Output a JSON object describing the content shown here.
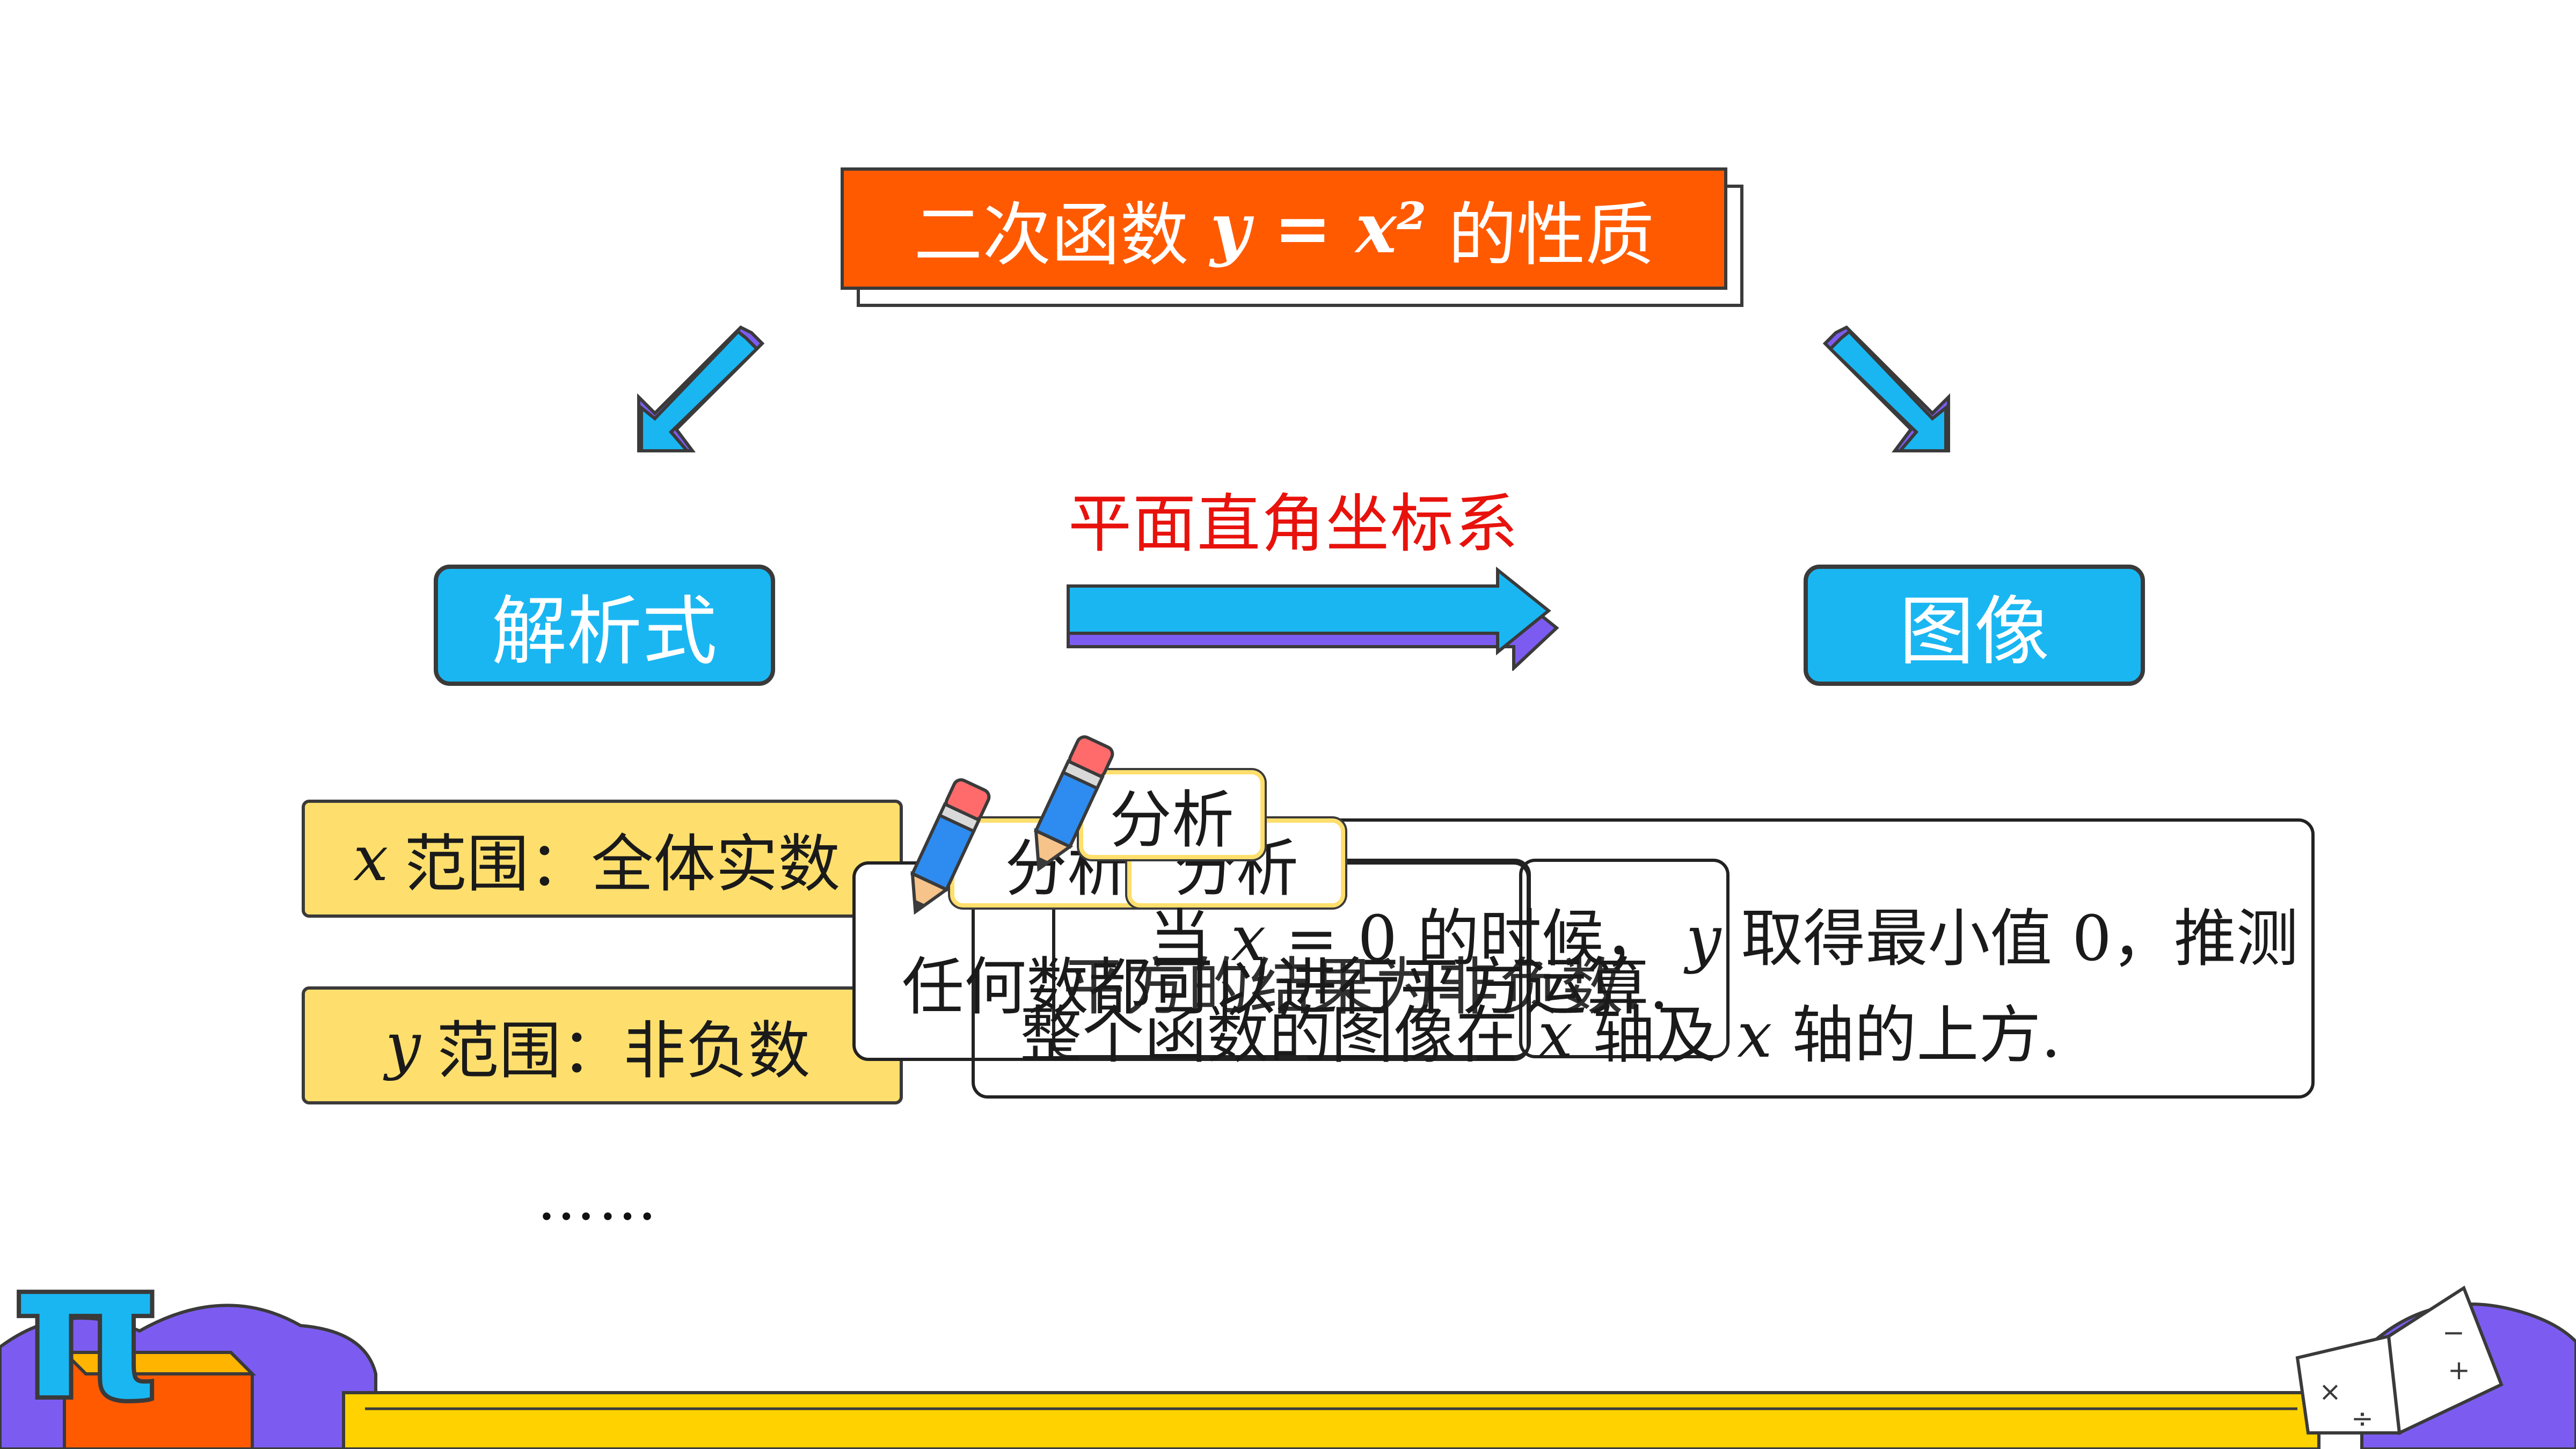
{
  "title": {
    "prefix": "二次函数",
    "math": "y = x²",
    "suffix": "的性质"
  },
  "left_box": {
    "label": "解析式"
  },
  "right_box": {
    "label": "图像"
  },
  "arrow_label": "平面直角坐标系",
  "x_range": {
    "var": "x",
    "text": "范围：全体实数"
  },
  "y_range": {
    "var": "y",
    "text": "范围：非负数"
  },
  "ellipsis": "……",
  "analysis_tabs": [
    "分析",
    "分析",
    "分析"
  ],
  "analysis_x": "任何数都可以进行平方运算.",
  "analysis_y": "平方的结果为非负数.",
  "analysis_graph": {
    "line1_a": "当",
    "line1_x": "x",
    "line1_b": "= 0 的时候，",
    "line1_y": "y",
    "line1_c": "取得最小值 0，推测",
    "line2_a": "整个函数的图像在",
    "line2_x": "x",
    "line2_b": "轴及",
    "line2_x2": "x",
    "line2_c": "轴的上方."
  },
  "pi_symbol": "π",
  "colors": {
    "title_bg": "#ff5a00",
    "blue": "#1ab6f2",
    "yellow": "#fedf6d",
    "red": "#e8120c",
    "purple": "#7c5cf0",
    "band": "#ffd200"
  }
}
